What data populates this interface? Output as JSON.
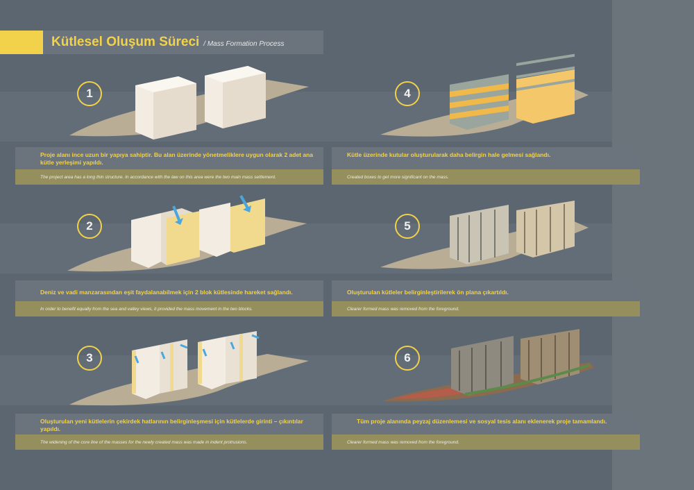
{
  "title": {
    "main": "Kütlesel Oluşum Süreci",
    "sub": "/ Mass Formation Process"
  },
  "colors": {
    "accent": "#f2d24b",
    "background": "#5c6670",
    "panel": "#6b747d",
    "caption_bar": "#948f5c"
  },
  "steps": [
    {
      "number": "1",
      "tr": "Proje alanı ince uzun bir yapıya sahiptir. Bu alan üzerinde yönetmeliklere uygun olarak 2 adet ana kütle yerleşimi yapıldı.",
      "en": "The project area has a long thin structure. In accordance with the law on this area were the two main mass settlement."
    },
    {
      "number": "2",
      "tr": "Deniz ve vadi manzarasından eşit faydalanabilmek için 2 blok kütlesinde hareket sağlandı.",
      "en": "In order to benefit equally from the sea and valley views, it provided the mass movement in the two blocks."
    },
    {
      "number": "3",
      "tr": "Oluşturulan yeni kütlelerin çekirdek hatlarının belirginleşmesi için kütlelerde girinti – çıkıntılar yapıldı.",
      "en": "The widening of the core line of the masses for the newly created mass was made in indent protrusions."
    },
    {
      "number": "4",
      "tr": "Kütle üzerinde kutular oluşturularak daha belirgin hale gelmesi sağlandı.",
      "en": "Created boxes to get more significant on the mass."
    },
    {
      "number": "5",
      "tr": "Oluşturulan kütleler belirginleştirilerek ön plana çıkartıldı.",
      "en": "Clearer formed mass was removed from the foreground."
    },
    {
      "number": "6",
      "tr": "Tüm proje alanında peyzaj düzenlemesi ve sosyal tesis alanı eklenerek proje tamamlandı.",
      "en": "Clearer formed mass was removed from the foreground."
    }
  ]
}
